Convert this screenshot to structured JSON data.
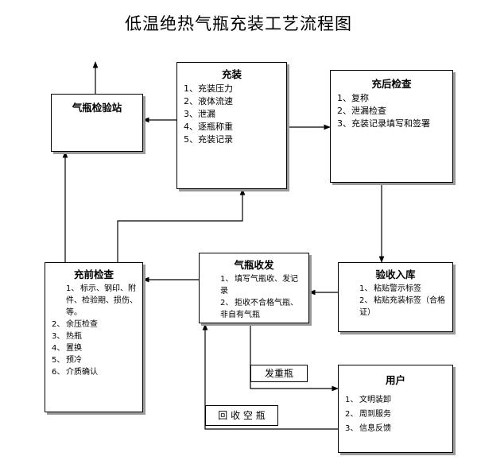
{
  "title": "低温绝热气瓶充装工艺流程图",
  "boxes": {
    "station": {
      "title": "气瓶检验站",
      "items": []
    },
    "filling": {
      "title": "充装",
      "items": [
        {
          "n": "1、",
          "t": "充装压力"
        },
        {
          "n": "2、",
          "t": "液体流速"
        },
        {
          "n": "3、",
          "t": "泄漏"
        },
        {
          "n": "4、",
          "t": "逐瓶称重"
        },
        {
          "n": "5、",
          "t": "充装记录"
        }
      ]
    },
    "post_check": {
      "title": "充后检查",
      "items": [
        {
          "n": "1、",
          "t": "复称"
        },
        {
          "n": "2、",
          "t": "泄漏检查"
        },
        {
          "n": "3、",
          "t": "充装记录填写和签署"
        }
      ]
    },
    "pre_check": {
      "title": "充前检查",
      "items": [
        {
          "n": "1、",
          "t": "标示、钢印、附件、检验期、损伤、等。"
        },
        {
          "n": "2、",
          "t": "余压检查"
        },
        {
          "n": "3、",
          "t": "热瓶"
        },
        {
          "n": "4、",
          "t": "置换"
        },
        {
          "n": "5、",
          "t": "预冷"
        },
        {
          "n": "6、",
          "t": "介质确认"
        }
      ]
    },
    "receive": {
      "title": "气瓶收发",
      "items": [
        {
          "n": "1、",
          "t": "填写气瓶收、发记录"
        },
        {
          "n": "2、",
          "t": "拒收不合格气瓶、非自有气瓶"
        }
      ]
    },
    "storage": {
      "title": "验收入库",
      "items": [
        {
          "n": "1、",
          "t": "粘贴警示标签"
        },
        {
          "n": "2、",
          "t": "粘贴充装标签（合格证）"
        }
      ]
    },
    "user": {
      "title": "用户",
      "items": [
        {
          "n": "1、",
          "t": "文明装卸"
        },
        {
          "n": "2、",
          "t": "周到服务"
        },
        {
          "n": "3、",
          "t": "信息反馈"
        }
      ]
    }
  },
  "labels": {
    "dispatch": "发重瓶",
    "return": "回 收 空 瓶"
  }
}
